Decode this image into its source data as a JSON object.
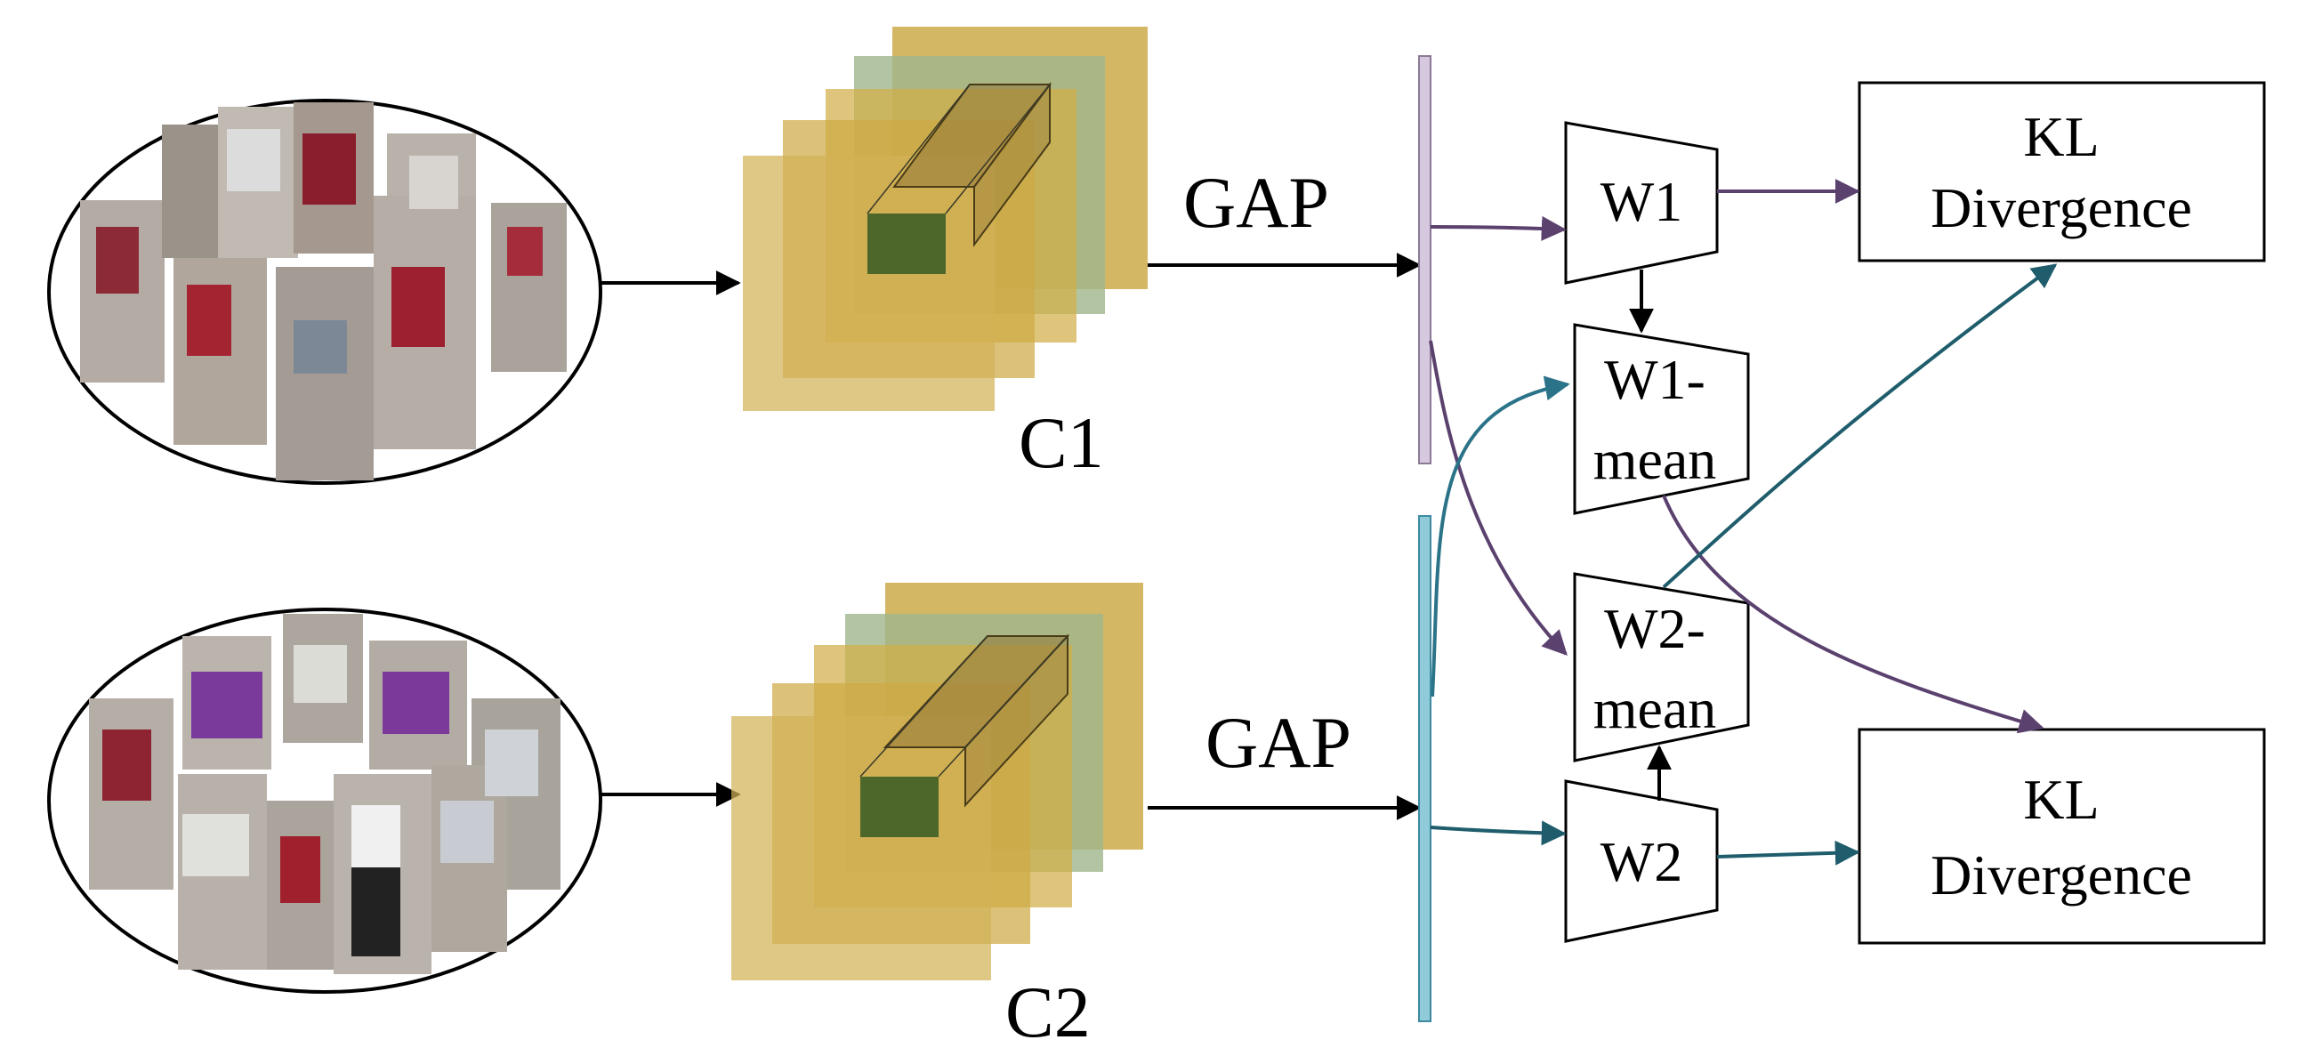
{
  "labels": {
    "gap_top": "GAP",
    "gap_bottom": "GAP",
    "c1": "C1",
    "c2": "C2",
    "w1": "W1",
    "w1_mean_line1": "W1-",
    "w1_mean_line2": "mean",
    "w2_mean_line1": "W2-",
    "w2_mean_line2": "mean",
    "w2": "W2",
    "kl_top_line1": "KL",
    "kl_top_line2": "Divergence",
    "kl_bottom_line1": "KL",
    "kl_bottom_line2": "Divergence"
  },
  "colors": {
    "purple_arrow": "#5a416e",
    "teal_arrow": "#2a7388",
    "dark_teal_arrow": "#1f5d6c",
    "feature_bar_top": "#d6c8de",
    "feature_bar_bottom": "#8fcbd8",
    "feature_map_gold": "#c9a53e",
    "feature_map_green": "#9fb58b",
    "kernel_green": "#4d6629"
  }
}
